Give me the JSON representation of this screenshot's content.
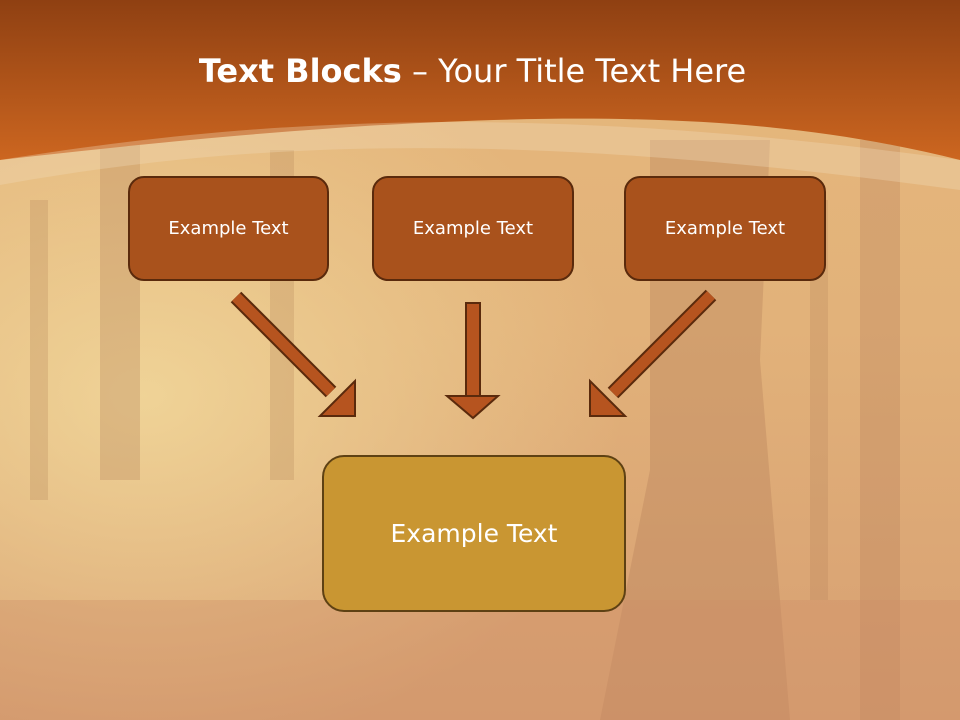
{
  "title": {
    "bold_part": "Text Blocks",
    "rest": " – Your Title Text Here"
  },
  "blocks": [
    {
      "label": "Example Text"
    },
    {
      "label": "Example Text"
    },
    {
      "label": "Example Text"
    }
  ],
  "main_block": {
    "label": "Example Text"
  },
  "colors": {
    "header": "#b85a1c",
    "block_fill": "#a9521c",
    "block_border": "#5a2a0c",
    "main_block_fill": "#c99632",
    "arrow_fill": "#b6541f"
  }
}
